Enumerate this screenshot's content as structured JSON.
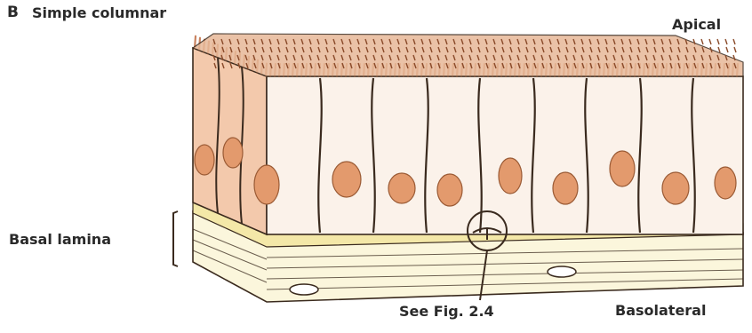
{
  "figure": {
    "panel_letter": "B",
    "panel_title": "Simple columnar",
    "labels": {
      "apical": "Apical",
      "basal_lamina": "Basal lamina",
      "basolateral": "Basolateral",
      "see_fig": "See Fig. 2.4"
    }
  },
  "colors": {
    "outline": "#3a2a1e",
    "cell_light": "#fbf2ea",
    "cell_pink": "#f3c9ac",
    "nucleus": "#e39a6d",
    "nucleus_edge": "#9a5a34",
    "lamina": "#f4e8a8",
    "connective": "#fbf6dc",
    "microvilli": "#c98360"
  }
}
